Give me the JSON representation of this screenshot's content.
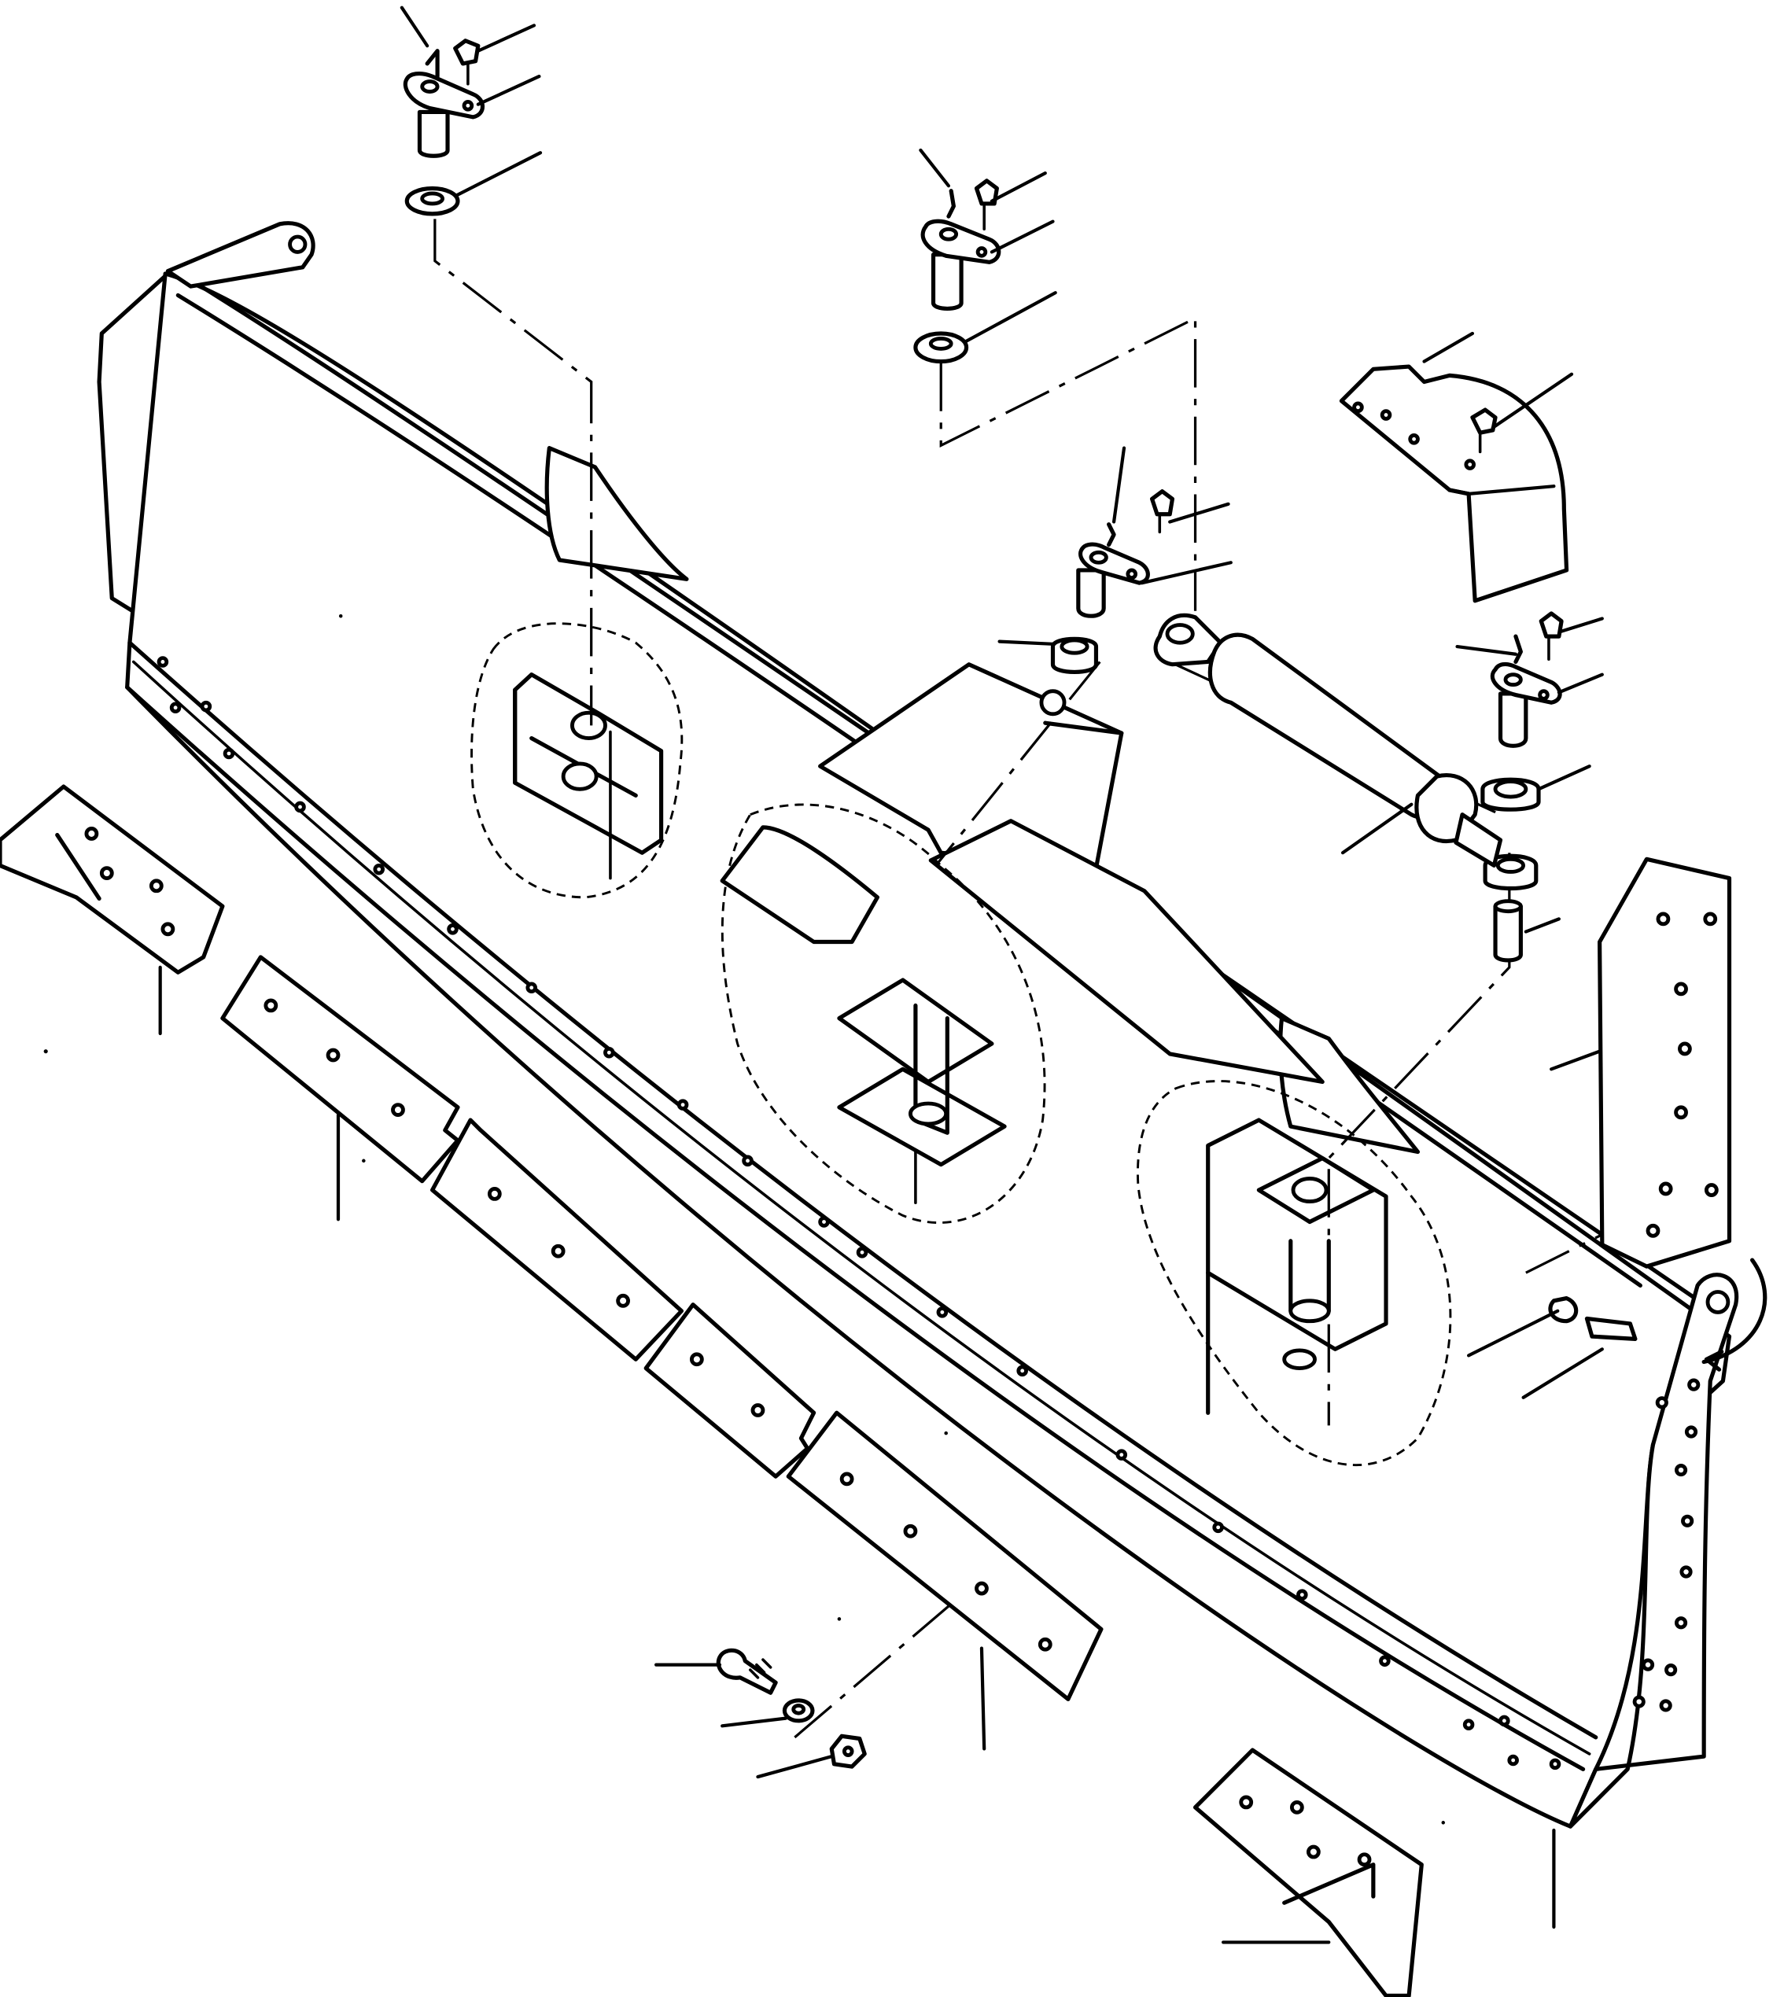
{
  "figure": {
    "labels": [],
    "style": {
      "line_color": "#000000",
      "background": "#ffffff"
    }
  },
  "parts": [
    "blade-moldboard",
    "cutting-edge-center-section",
    "end-bit-left",
    "end-bit-right",
    "side-plate-right",
    "lift-cylinder",
    "cylinder-bracket",
    "wear-guard-plate",
    "pivot-pin",
    "pin-retainer-bolt",
    "grease-fitting",
    "spacer-washer",
    "plow-bolt",
    "lock-washer",
    "hex-nut"
  ]
}
